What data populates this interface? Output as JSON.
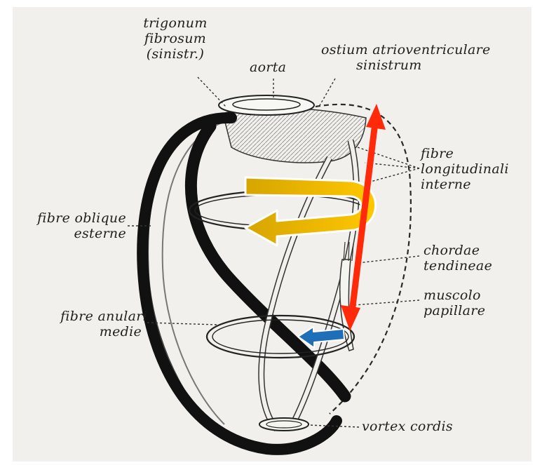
{
  "labels": {
    "trigonum_line1": "trigonum",
    "trigonum_line2": "fibrosum",
    "trigonum_line3": "(sinistr.)",
    "aorta": "aorta",
    "ostium_line1": "ostium atrioventriculare",
    "ostium_line2": "sinistrum",
    "fibre_long_line1": "fibre",
    "fibre_long_line2": "longitudinali",
    "fibre_long_line3": "interne",
    "fibre_obl_line1": "fibre oblique",
    "fibre_obl_line2": "esterne",
    "chordae_line1": "chordae",
    "chordae_line2": "tendineae",
    "muscolo_line1": "muscolo",
    "muscolo_line2": "papillare",
    "fibre_anul_line1": "fibre anulari",
    "fibre_anul_line2": "medie",
    "vortex": "vortex cordis"
  },
  "arrows": {
    "red_double": {
      "color": "#ff2a0a",
      "meaning": "longitudinal"
    },
    "yellow_curved": {
      "color_start": "#d6a500",
      "color_end": "#ffc800",
      "meaning": "circumferential"
    },
    "blue": {
      "color": "#1f6fb8",
      "meaning": "radial"
    }
  },
  "colors": {
    "paper": "#f1f0ec",
    "ink": "#1f1f1f"
  }
}
